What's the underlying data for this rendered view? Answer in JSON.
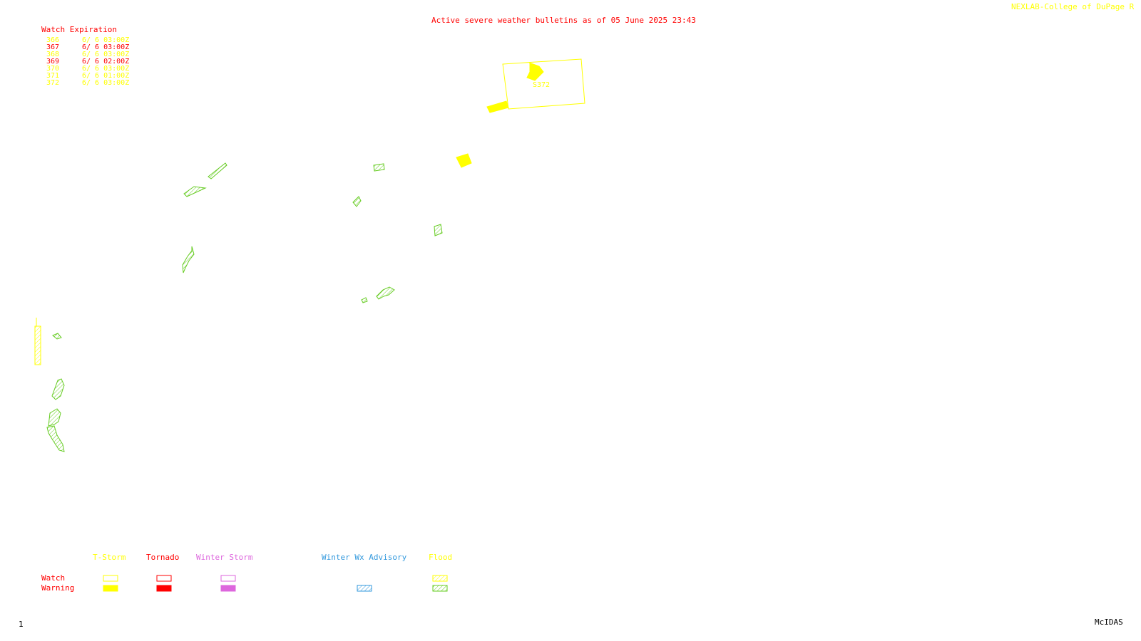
{
  "header": {
    "title": "Active severe weather bulletins as of 05 June 2025 23:43",
    "credit": "NEXLAB-College of DuPage R"
  },
  "watch_expiration": {
    "title": "Watch Expiration",
    "rows": [
      {
        "number": "366",
        "time": "6/ 6 03:00Z",
        "type": "T-Storm",
        "color": "#ffff00"
      },
      {
        "number": "367",
        "time": "6/ 6 03:00Z",
        "type": "Tornado",
        "color": "#ff0000"
      },
      {
        "number": "368",
        "time": "6/ 6 03:00Z",
        "type": "T-Storm",
        "color": "#ffff00"
      },
      {
        "number": "369",
        "time": "6/ 6 02:00Z",
        "type": "Tornado",
        "color": "#ff0000"
      },
      {
        "number": "370",
        "time": "6/ 6 03:00Z",
        "type": "T-Storm",
        "color": "#ffff00"
      },
      {
        "number": "371",
        "time": "6/ 6 01:00Z",
        "type": "T-Storm",
        "color": "#ffff00"
      },
      {
        "number": "372",
        "time": "6/ 6 03:00Z",
        "type": "T-Storm",
        "color": "#ffff00"
      }
    ]
  },
  "map": {
    "watch_box_label": "S372",
    "colors": {
      "tstorm": "#ffff00",
      "tornado": "#ff0000",
      "winter_storm": "#dd66dd",
      "winter_adv": "#3399dd",
      "flood": "#66cc22"
    }
  },
  "legend": {
    "row_labels": {
      "watch": "Watch",
      "warning": "Warning"
    },
    "categories": [
      {
        "label": "T-Storm",
        "color": "#ffff00"
      },
      {
        "label": "Tornado",
        "color": "#ff0000"
      },
      {
        "label": "Winter Storm",
        "color": "#dd66dd"
      },
      {
        "label": "Winter Wx Advisory",
        "color": "#3399dd"
      },
      {
        "label": "Flood",
        "color": "#ffff00"
      }
    ]
  },
  "footer": {
    "frame_number": "1",
    "software": "McIDAS"
  }
}
